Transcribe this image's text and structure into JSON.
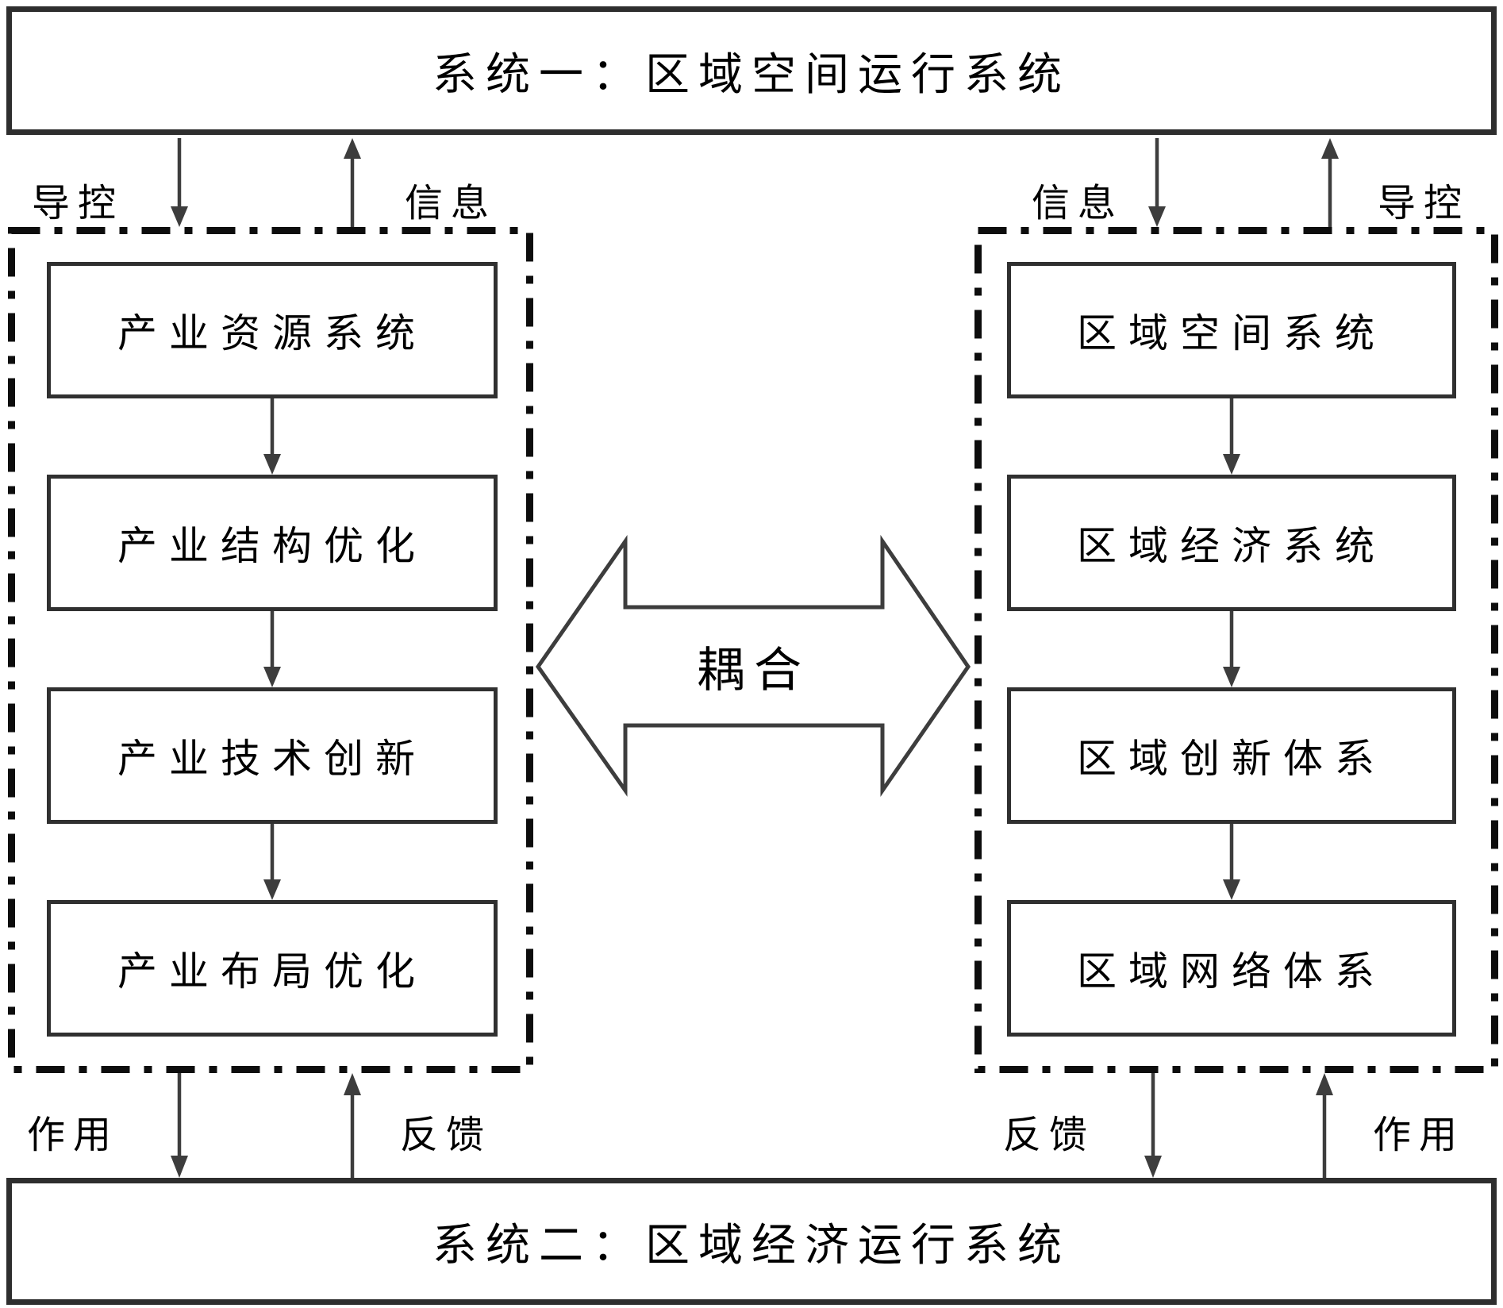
{
  "diagram": {
    "top_system": "系统一：区域空间运行系统",
    "bottom_system": "系统二：区域经济运行系统",
    "coupling_label": "耦合",
    "left_boxes": [
      "产业资源系统",
      "产业结构优化",
      "产业技术创新",
      "产业布局优化"
    ],
    "right_boxes": [
      "区域空间系统",
      "区域经济系统",
      "区域创新体系",
      "区域网络体系"
    ],
    "labels": {
      "top_left_down": "导控",
      "top_left_up": "信息",
      "top_right_down": "信息",
      "top_right_up": "导控",
      "bottom_left_down": "作用",
      "bottom_left_up": "反馈",
      "bottom_right_down": "反馈",
      "bottom_right_up": "作用"
    },
    "colors": {
      "box_border": "#2e2e2e",
      "inner_border": "#303030",
      "dash_border": "#0d0d0d",
      "arrow": "#3d3d3d",
      "background": "#ffffff",
      "text": "#000000"
    }
  }
}
